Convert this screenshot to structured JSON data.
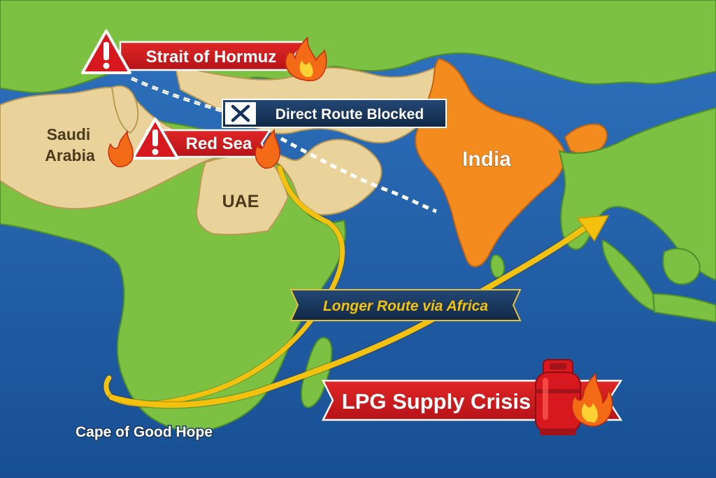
{
  "map": {
    "colors": {
      "ocean": "#1f5fa8",
      "land_green": "#7cc142",
      "land_tan": "#ead39a",
      "india_orange": "#f38b1f",
      "route_yellow": "#f4c10f",
      "alert_red": "#d7191f",
      "banner_navy": "#16325c"
    },
    "labels": {
      "saudi_arabia_line1": "Saudi",
      "saudi_arabia_line2": "Arabia",
      "uae": "UAE",
      "india": "India",
      "cape": "Cape of Good Hope"
    },
    "alerts": {
      "hormuz": "Strait of Hormuz",
      "red_sea": "Red Sea"
    },
    "blocked": {
      "text": "Direct Route Blocked",
      "icon": "x-icon"
    },
    "route_banner": "Longer Route via Africa",
    "crisis_banner": "LPG Supply Crisis",
    "icons": [
      "warning-icon",
      "fire-icon",
      "gas-cylinder-icon"
    ]
  }
}
